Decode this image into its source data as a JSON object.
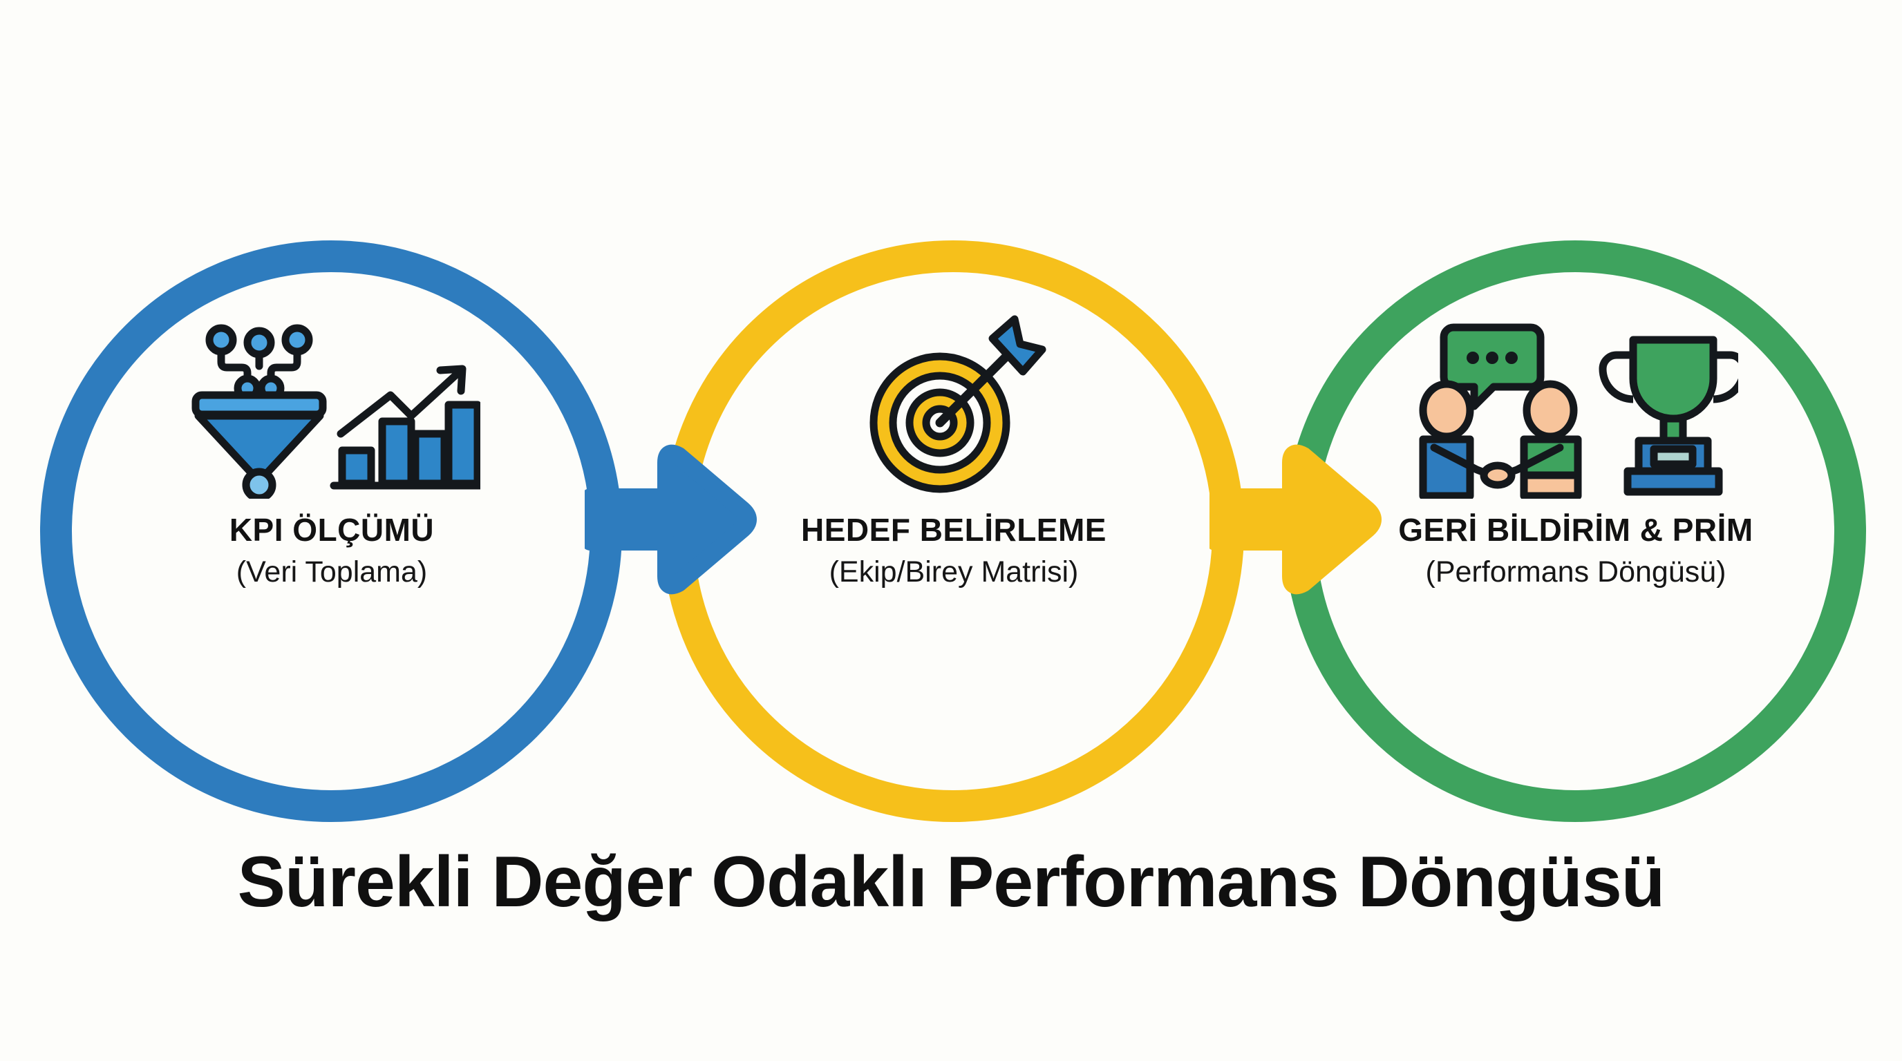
{
  "palette": {
    "background": "#fdfdfa",
    "blue": "#2E7CBE",
    "yellow": "#F6C01B",
    "green": "#3EA35E",
    "outline": "#14181C",
    "skin": "#F7C49B",
    "text": "#121212"
  },
  "title": "Sürekli Değer Odaklı Performans Döngüsü",
  "stages": [
    {
      "id": "kpi-measurement",
      "title": "KPI ÖLÇÜMÜ",
      "subtitle": "(Veri Toplama)",
      "color": "#2E7CBE",
      "icon": "funnel-bar-chart-icon"
    },
    {
      "id": "goal-setting",
      "title": "HEDEF BELİRLEME",
      "subtitle": "(Ekip/Birey Matrisi)",
      "color": "#F6C01B",
      "icon": "target-arrow-icon"
    },
    {
      "id": "feedback-bonus",
      "title": "GERİ BİLDİRİM & PRİM",
      "subtitle": "(Performans Döngüsü)",
      "color": "#3EA35E",
      "icon": "handshake-trophy-icon"
    }
  ],
  "arrows": [
    {
      "id": "arrow-kpi-to-goal",
      "color": "#2E7CBE",
      "from": "kpi-measurement",
      "to": "goal-setting"
    },
    {
      "id": "arrow-goal-to-feedback",
      "color": "#F6C01B",
      "from": "goal-setting",
      "to": "feedback-bonus"
    }
  ]
}
